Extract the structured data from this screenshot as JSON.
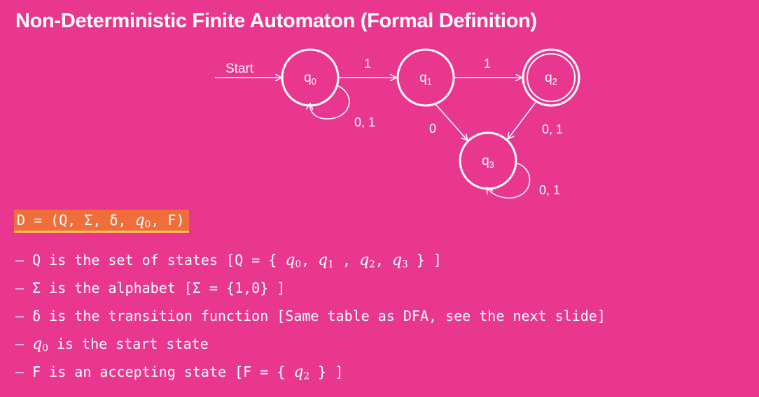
{
  "title": "Non-Deterministic Finite Automaton (Formal Definition)",
  "diagram": {
    "start_label": "Start",
    "states": [
      {
        "id": "q0",
        "base": "q",
        "sub": "0",
        "accepting": false
      },
      {
        "id": "q1",
        "base": "q",
        "sub": "1",
        "accepting": false
      },
      {
        "id": "q2",
        "base": "q",
        "sub": "2",
        "accepting": true
      },
      {
        "id": "q3",
        "base": "q",
        "sub": "3",
        "accepting": false
      }
    ],
    "transitions": [
      {
        "from": "q0",
        "to": "q1",
        "label": "1"
      },
      {
        "from": "q1",
        "to": "q2",
        "label": "1"
      },
      {
        "from": "q0",
        "to": "q0",
        "label": "0, 1"
      },
      {
        "from": "q1",
        "to": "q3",
        "label": "0"
      },
      {
        "from": "q2",
        "to": "q3",
        "label": "0, 1"
      },
      {
        "from": "q3",
        "to": "q3",
        "label": "0, 1"
      }
    ]
  },
  "tuple": {
    "prefix": "D = (Q, Σ, δ, ",
    "math": "q",
    "sub": "0",
    "suffix": ", F)",
    "highlight_color": "#F06E3A",
    "underline_color": "#F7C64A"
  },
  "definitions": {
    "q_line": {
      "pre": "— Q is the set of states [Q = { ",
      "states": [
        {
          "base": "q",
          "sub": "0",
          "sep": ", "
        },
        {
          "base": "q",
          "sub": "1",
          "sep": " , "
        },
        {
          "base": "q",
          "sub": "2",
          "sep": ", "
        },
        {
          "base": "q",
          "sub": "3",
          "sep": ""
        }
      ],
      "post": " } ]"
    },
    "sigma_line": "— Σ is the alphabet [Σ = {1,0} ]",
    "delta_line": "— δ is the transition function [Same table as DFA, see the next slide]",
    "start_line": {
      "pre": "— ",
      "math": "q",
      "sub": "0",
      "post": " is the start state"
    },
    "f_line": {
      "pre": "— F is an accepting state [F = { ",
      "math": "q",
      "sub": "2",
      "post": " } ]"
    }
  },
  "colors": {
    "background": "#E9368F",
    "foreground": "#FFFFFF"
  }
}
